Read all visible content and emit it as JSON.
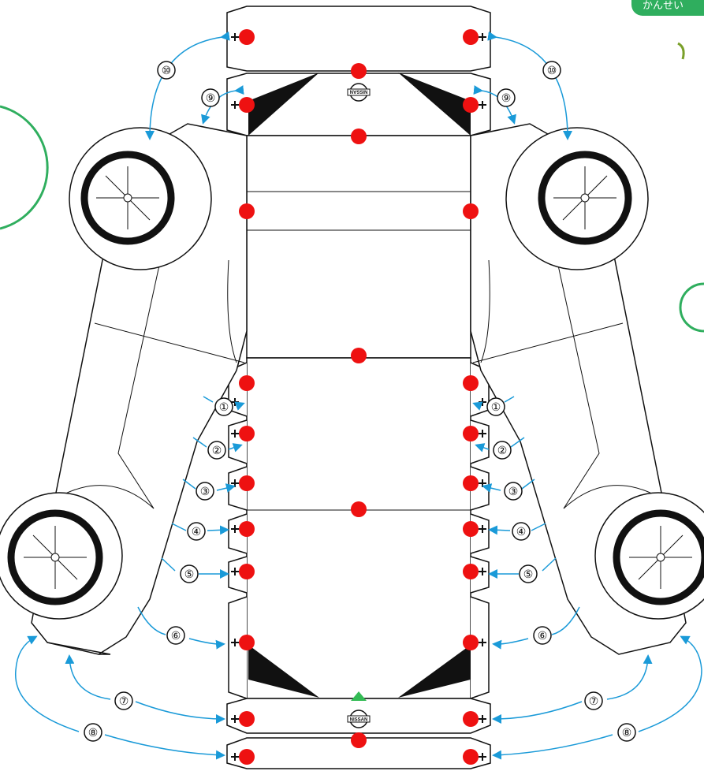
{
  "corner_tag": {
    "label": "かんせい"
  },
  "brand_logo": {
    "text": "NISSAN"
  },
  "steps": [
    {
      "label": "①"
    },
    {
      "label": "②"
    },
    {
      "label": "③"
    },
    {
      "label": "④"
    },
    {
      "label": "⑤"
    },
    {
      "label": "⑥"
    },
    {
      "label": "⑦"
    },
    {
      "label": "⑧"
    },
    {
      "label": "⑨"
    },
    {
      "label": "⑩"
    }
  ],
  "colors": {
    "dot": "#ee1111",
    "arrow": "#1a9ad8",
    "outline": "#111111",
    "triangle_marker": "#33bb55",
    "tag": "#2fae5e"
  },
  "icons": [
    "glue-dot",
    "fold-plus",
    "connect-arrow",
    "wheel",
    "nissan-logo",
    "start-marker"
  ]
}
